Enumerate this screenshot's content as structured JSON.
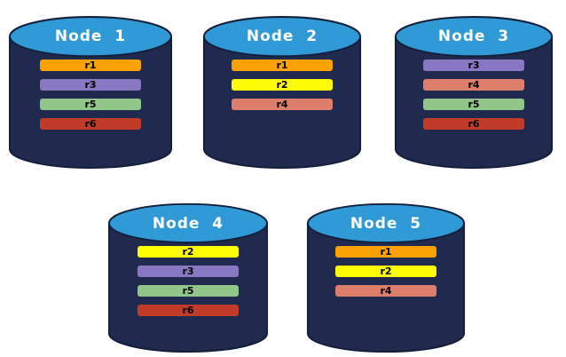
{
  "nodes": [
    {
      "label": "Node  1",
      "replicas": [
        "r1",
        "r3",
        "r5",
        "r6"
      ]
    },
    {
      "label": "Node  2",
      "replicas": [
        "r1",
        "r2",
        "r4"
      ]
    },
    {
      "label": "Node  3",
      "replicas": [
        "r3",
        "r4",
        "r5",
        "r6"
      ]
    },
    {
      "label": "Node  4",
      "replicas": [
        "r2",
        "r3",
        "r5",
        "r6"
      ]
    },
    {
      "label": "Node  5",
      "replicas": [
        "r1",
        "r2",
        "r4"
      ]
    }
  ],
  "replica_colors": {
    "r1": "#F9A201",
    "r2": "#FFFF00",
    "r3": "#8878C4",
    "r4": "#DD7E6B",
    "r5": "#90C788",
    "r6": "#C23A28"
  },
  "cylinder_colors": {
    "body": "#1F2A4E",
    "top": "#2F9AD5",
    "outline": "#141F3C"
  }
}
